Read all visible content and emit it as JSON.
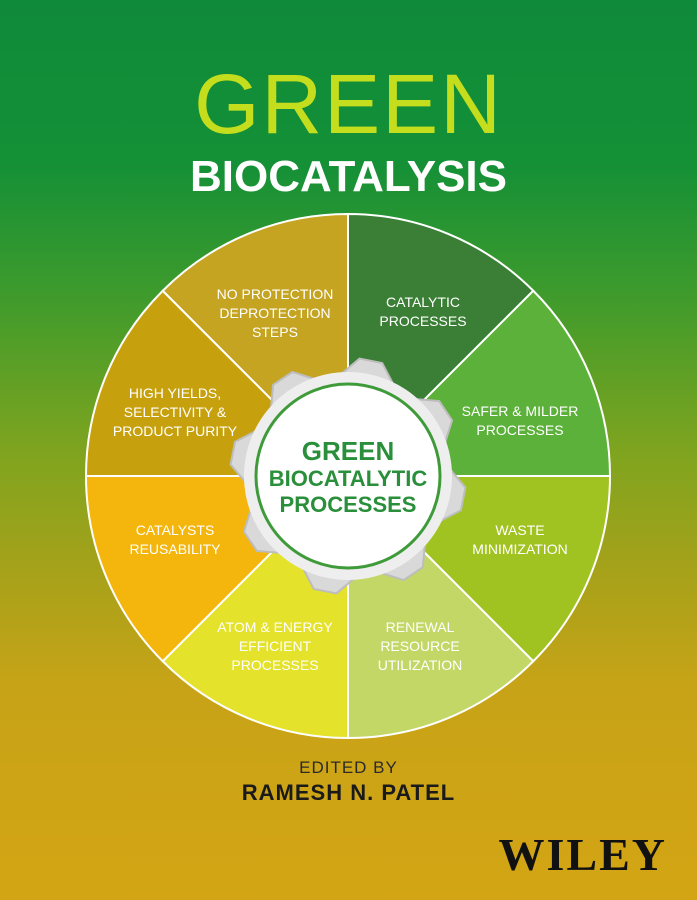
{
  "cover": {
    "title_line1": "GREEN",
    "title_line2": "BIOCATALYSIS",
    "center_line1": "GREEN",
    "center_line2": "BIOCATALYTIC",
    "center_line3": "PROCESSES",
    "segments": [
      {
        "l1": "No Protection",
        "l2": "Deprotection",
        "l3": "Steps",
        "color": "#3b7f36"
      },
      {
        "l1": "Catalytic",
        "l2": "Processes",
        "l3": "",
        "color": "#5cb13a"
      },
      {
        "l1": "Safer & Milder",
        "l2": "Processes",
        "l3": "",
        "color": "#a0c322"
      },
      {
        "l1": "Waste",
        "l2": "Minimization",
        "l3": "",
        "color": "#c3d766"
      },
      {
        "l1": "Renewal",
        "l2": "Resource",
        "l3": "Utilization",
        "color": "#e4e22a"
      },
      {
        "l1": "Atom & Energy",
        "l2": "Efficient",
        "l3": "Processes",
        "color": "#f4b60c"
      },
      {
        "l1": "Catalysts",
        "l2": "Reusability",
        "l3": "",
        "color": "#c7a10d"
      },
      {
        "l1": "High Yields,",
        "l2": "Selectivity &",
        "l3": "Product Purity",
        "color": "#c5a422"
      }
    ],
    "edited_by": "EDITED BY",
    "editor": "RAMESH N. PATEL",
    "publisher": "WILEY"
  }
}
